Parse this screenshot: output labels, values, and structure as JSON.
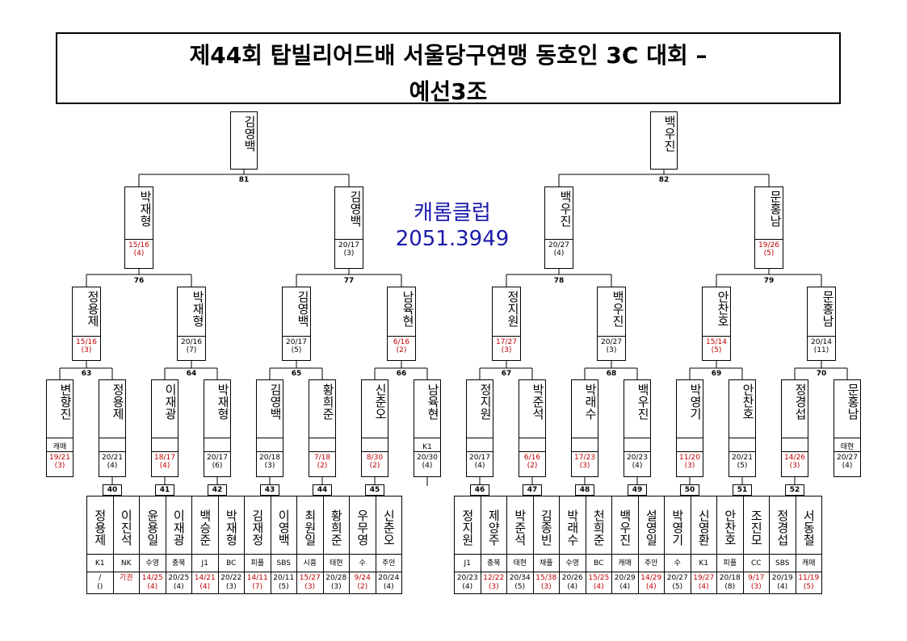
{
  "title": {
    "line1": "제44회 탑빌리어드배 서울당구연맹 동호인 3C 대회 –",
    "line2": "예선3조"
  },
  "club": {
    "name": "캐롬클럽",
    "phone": "2051.3949"
  },
  "r1": [
    {
      "name": "김영백",
      "match": "81"
    },
    {
      "name": "백우진",
      "match": "82"
    }
  ],
  "r2": [
    {
      "name": "박재형",
      "s1": "15/16",
      "s2": "(4)",
      "red": true
    },
    {
      "name": "김영백",
      "s1": "20/17",
      "s2": "(3)",
      "red": false
    },
    {
      "name": "백우진",
      "s1": "20/27",
      "s2": "(4)",
      "red": false
    },
    {
      "name": "문홍남",
      "s1": "19/26",
      "s2": "(5)",
      "red": true
    }
  ],
  "r2match": [
    "76",
    "77",
    "78",
    "79"
  ],
  "r3": [
    {
      "name": "정용제",
      "s1": "15/16",
      "s2": "(3)",
      "red": true
    },
    {
      "name": "박재형",
      "s1": "20/16",
      "s2": "(7)",
      "red": false
    },
    {
      "name": "김영백",
      "s1": "20/17",
      "s2": "(5)",
      "red": false
    },
    {
      "name": "남육현",
      "s1": "6/16",
      "s2": "(2)",
      "red": true
    },
    {
      "name": "정지원",
      "s1": "17/27",
      "s2": "(3)",
      "red": true
    },
    {
      "name": "백우진",
      "s1": "20/27",
      "s2": "(3)",
      "red": false
    },
    {
      "name": "안찬호",
      "s1": "15/14",
      "s2": "(5)",
      "red": true
    },
    {
      "name": "문홍남",
      "s1": "20/14",
      "s2": "(11)",
      "red": false
    }
  ],
  "r3match": [
    "63",
    "64",
    "65",
    "66",
    "67",
    "68",
    "69",
    "70"
  ],
  "r4": [
    {
      "name": "변향진",
      "club": "캐매",
      "s1": "19/21",
      "s2": "(3)",
      "red": true
    },
    {
      "name": "정용제",
      "club": "",
      "s1": "20/21",
      "s2": "(4)",
      "red": false
    },
    {
      "name": "이재광",
      "club": "",
      "s1": "18/17",
      "s2": "(4)",
      "red": true
    },
    {
      "name": "박재형",
      "club": "",
      "s1": "20/17",
      "s2": "(6)",
      "red": false
    },
    {
      "name": "김영백",
      "club": "",
      "s1": "20/18",
      "s2": "(3)",
      "red": false
    },
    {
      "name": "황희준",
      "club": "",
      "s1": "7/18",
      "s2": "(2)",
      "red": true
    },
    {
      "name": "신춘오",
      "club": "",
      "s1": "8/30",
      "s2": "(2)",
      "red": true
    },
    {
      "name": "남육현",
      "club": "K1",
      "s1": "20/30",
      "s2": "(4)",
      "red": false
    },
    {
      "name": "정지원",
      "club": "",
      "s1": "20/17",
      "s2": "(4)",
      "red": false
    },
    {
      "name": "박준석",
      "club": "",
      "s1": "6/16",
      "s2": "(2)",
      "red": true
    },
    {
      "name": "박래수",
      "club": "",
      "s1": "17/23",
      "s2": "(3)",
      "red": true
    },
    {
      "name": "백우진",
      "club": "",
      "s1": "20/23",
      "s2": "(4)",
      "red": false
    },
    {
      "name": "박영기",
      "club": "",
      "s1": "11/20",
      "s2": "(3)",
      "red": true
    },
    {
      "name": "안찬호",
      "club": "",
      "s1": "20/21",
      "s2": "(5)",
      "red": false
    },
    {
      "name": "정경섭",
      "club": "",
      "s1": "14/26",
      "s2": "(3)",
      "red": true
    },
    {
      "name": "문홍남",
      "club": "태현",
      "s1": "20/27",
      "s2": "(4)",
      "red": false
    }
  ],
  "r5match": [
    "40",
    "41",
    "42",
    "43",
    "44",
    "45",
    "46",
    "47",
    "48",
    "49",
    "50",
    "51",
    "52"
  ],
  "r5": [
    {
      "name": "정용제",
      "club": "K1",
      "s1": "/",
      "s2": "()",
      "red": false
    },
    {
      "name": "이진석",
      "club": "NK",
      "s1": "기권",
      "s2": "",
      "red": true
    },
    {
      "name": "윤용일",
      "club": "수영",
      "s1": "14/25",
      "s2": "(4)",
      "red": true
    },
    {
      "name": "이재광",
      "club": "충북",
      "s1": "20/25",
      "s2": "(4)",
      "red": false
    },
    {
      "name": "백승준",
      "club": "J1",
      "s1": "14/21",
      "s2": "(4)",
      "red": true
    },
    {
      "name": "박재형",
      "club": "BC",
      "s1": "20/22",
      "s2": "(3)",
      "red": false
    },
    {
      "name": "김재정",
      "club": "피플",
      "s1": "14/11",
      "s2": "(7)",
      "red": true
    },
    {
      "name": "이영백",
      "club": "SBS",
      "s1": "20/11",
      "s2": "(5)",
      "red": false
    },
    {
      "name": "최원일",
      "club": "시흥",
      "s1": "15/27",
      "s2": "(3)",
      "red": true
    },
    {
      "name": "황희준",
      "club": "태현",
      "s1": "20/28",
      "s2": "(3)",
      "red": false
    },
    {
      "name": "우무영",
      "club": "수",
      "s1": "9/24",
      "s2": "(2)",
      "red": true
    },
    {
      "name": "신춘오",
      "club": "주안",
      "s1": "20/24",
      "s2": "(4)",
      "red": false
    },
    {
      "name": "정지원",
      "club": "J1",
      "s1": "20/23",
      "s2": "(4)",
      "red": false
    },
    {
      "name": "제양주",
      "club": "충북",
      "s1": "12/22",
      "s2": "(3)",
      "red": true
    },
    {
      "name": "박준석",
      "club": "태현",
      "s1": "20/34",
      "s2": "(5)",
      "red": false
    },
    {
      "name": "김종빈",
      "club": "채플",
      "s1": "15/38",
      "s2": "(3)",
      "red": true
    },
    {
      "name": "박래수",
      "club": "수영",
      "s1": "20/26",
      "s2": "(4)",
      "red": false
    },
    {
      "name": "천희준",
      "club": "BC",
      "s1": "15/25",
      "s2": "(4)",
      "red": true
    },
    {
      "name": "백우진",
      "club": "캐매",
      "s1": "20/29",
      "s2": "(4)",
      "red": false
    },
    {
      "name": "설영일",
      "club": "주안",
      "s1": "14/29",
      "s2": "(4)",
      "red": true
    },
    {
      "name": "박영기",
      "club": "수",
      "s1": "20/27",
      "s2": "(5)",
      "red": false
    },
    {
      "name": "신영환",
      "club": "K1",
      "s1": "19/27",
      "s2": "(4)",
      "red": true
    },
    {
      "name": "안찬호",
      "club": "피플",
      "s1": "20/18",
      "s2": "(8)",
      "red": false
    },
    {
      "name": "조진모",
      "club": "CC",
      "s1": "9/17",
      "s2": "(3)",
      "red": true
    },
    {
      "name": "정경섭",
      "club": "SBS",
      "s1": "20/19",
      "s2": "(4)",
      "red": false
    },
    {
      "name": "서동철",
      "club": "캐매",
      "s1": "11/19",
      "s2": "(5)",
      "red": true
    }
  ]
}
